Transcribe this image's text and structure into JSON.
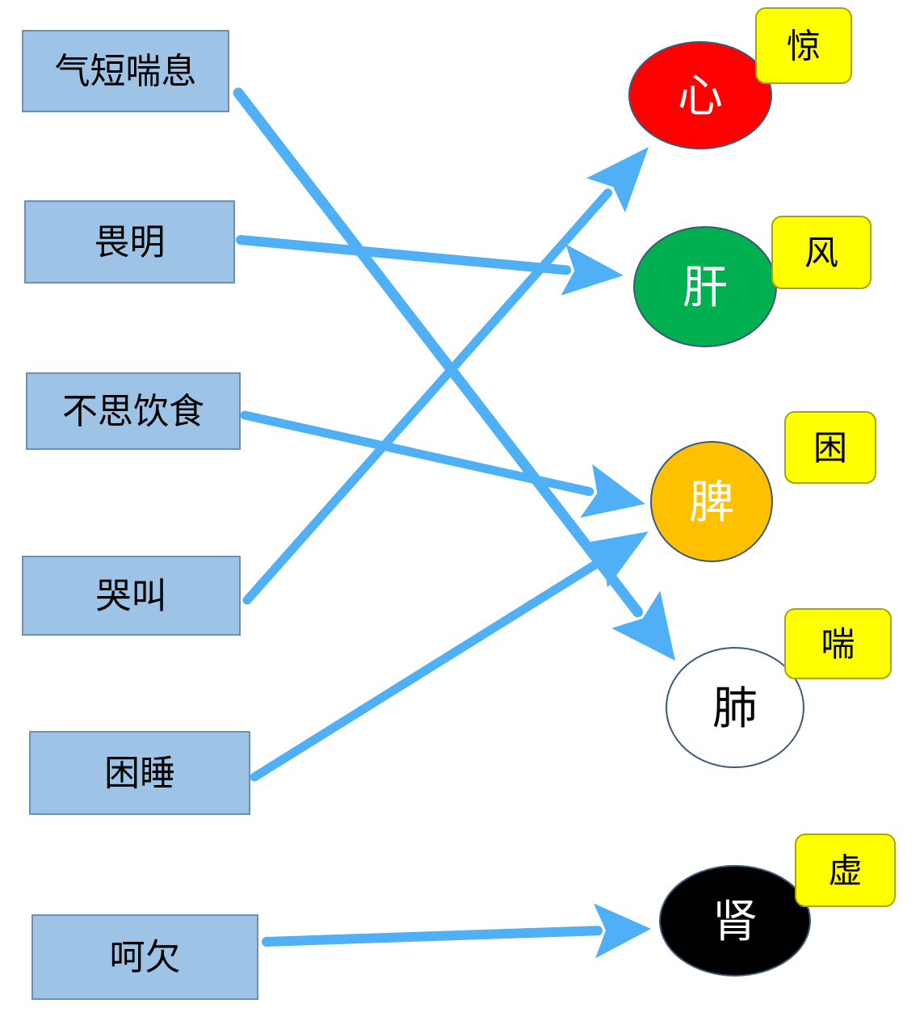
{
  "colors": {
    "arrow": "#4fb0f5",
    "symptom_fill": "#9dc3e6",
    "tag_fill": "#ffff00"
  },
  "symptoms": [
    {
      "id": "qiduan",
      "label": "气短喘息"
    },
    {
      "id": "weiming",
      "label": "畏明"
    },
    {
      "id": "busi",
      "label": "不思饮食"
    },
    {
      "id": "kujiao",
      "label": "哭叫"
    },
    {
      "id": "kunshui",
      "label": "困睡"
    },
    {
      "id": "heqian",
      "label": "呵欠"
    }
  ],
  "organs": [
    {
      "id": "xin",
      "label": "心",
      "fill": "#ff0000",
      "text_color": "#ffffff",
      "tag": "惊"
    },
    {
      "id": "gan",
      "label": "肝",
      "fill": "#00b050",
      "text_color": "#ffffff",
      "tag": "风"
    },
    {
      "id": "pi",
      "label": "脾",
      "fill": "#ffc000",
      "text_color": "#ffffff",
      "tag": "困"
    },
    {
      "id": "fei",
      "label": "肺",
      "fill": "#ffffff",
      "text_color": "#000000",
      "tag": "喘"
    },
    {
      "id": "shen",
      "label": "肾",
      "fill": "#000000",
      "text_color": "#ffffff",
      "tag": "虚"
    }
  ],
  "links": [
    {
      "from": "qiduan",
      "to": "fei"
    },
    {
      "from": "weiming",
      "to": "gan"
    },
    {
      "from": "busi",
      "to": "pi"
    },
    {
      "from": "kujiao",
      "to": "xin"
    },
    {
      "from": "kunshui",
      "to": "pi"
    },
    {
      "from": "heqian",
      "to": "shen"
    }
  ]
}
